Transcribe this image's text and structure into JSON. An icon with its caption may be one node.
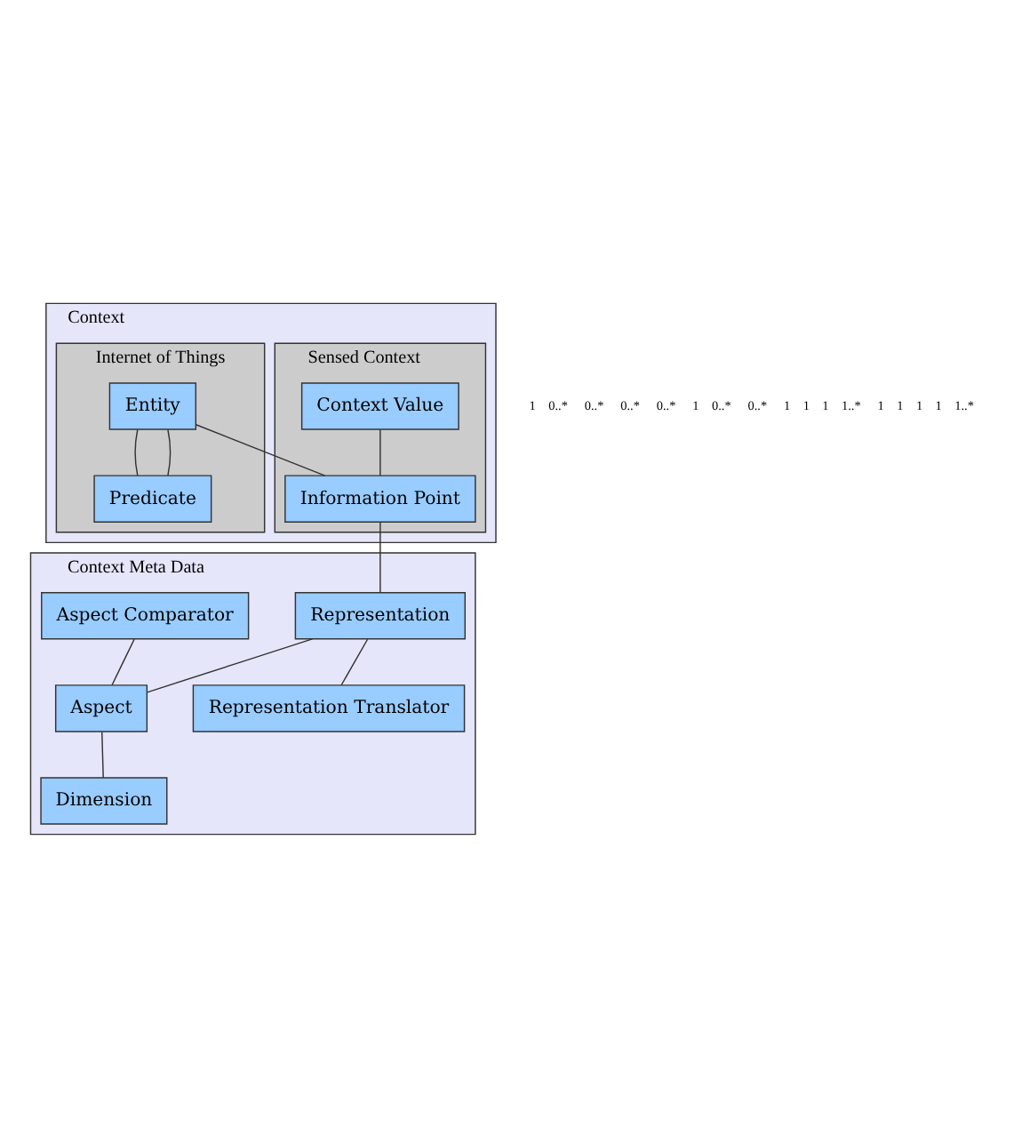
{
  "diagram": {
    "nodes": [
      {
        "text": [
          "Context"
        ]
      },
      {
        "text": [
          "Sensed Context"
        ],
        "in": 0
      },
      {
        "text": [
          "Context Value"
        ],
        "in": 1
      },
      {
        "text": [
          "Information Point"
        ],
        "in": 1
      },
      {
        "text": [
          "Internet of Things"
        ],
        "in": 0
      },
      {
        "text": [
          "Predicate"
        ],
        "in": 4
      },
      {
        "text": [
          "Entity"
        ],
        "in": 4
      },
      {
        "text": [
          "Context Meta Data"
        ]
      },
      {
        "text": [
          "Representation"
        ],
        "in": 7
      },
      {
        "text": [
          "Representation Translator"
        ],
        "in": 7
      },
      {
        "text": [
          "Aspect Comparator"
        ],
        "in": 7
      },
      {
        "text": [
          "Aspect"
        ],
        "in": 7
      },
      {
        "text": [
          "Dimension"
        ],
        "in": 7
      }
    ],
    "edges": [
      {
        "from": 2,
        "to": 3,
        "arrow": "none"
      },
      {
        "from": 3,
        "to": 6,
        "arrow": "none"
      },
      {
        "from": 6,
        "to": 5,
        "arrow": "none"
      },
      {
        "from": 6,
        "to": 5,
        "arrow": "none"
      },
      {
        "from": 3,
        "to": 8,
        "arrow": "none"
      },
      {
        "from": 8,
        "to": 9,
        "arrow": "none"
      },
      {
        "from": 8,
        "to": 11,
        "arrow": "none"
      },
      {
        "from": 10,
        "to": 11,
        "arrow": "none"
      },
      {
        "from": 11,
        "to": 12,
        "arrow": "none"
      }
    ],
    "labels": [
      "1",
      "0..*",
      "0..*",
      "0..*",
      "0..*",
      "1",
      "0..*",
      "0..*",
      "1",
      "1",
      "1",
      "1..*",
      "1",
      "1",
      "1",
      "1",
      "1..*"
    ]
  }
}
